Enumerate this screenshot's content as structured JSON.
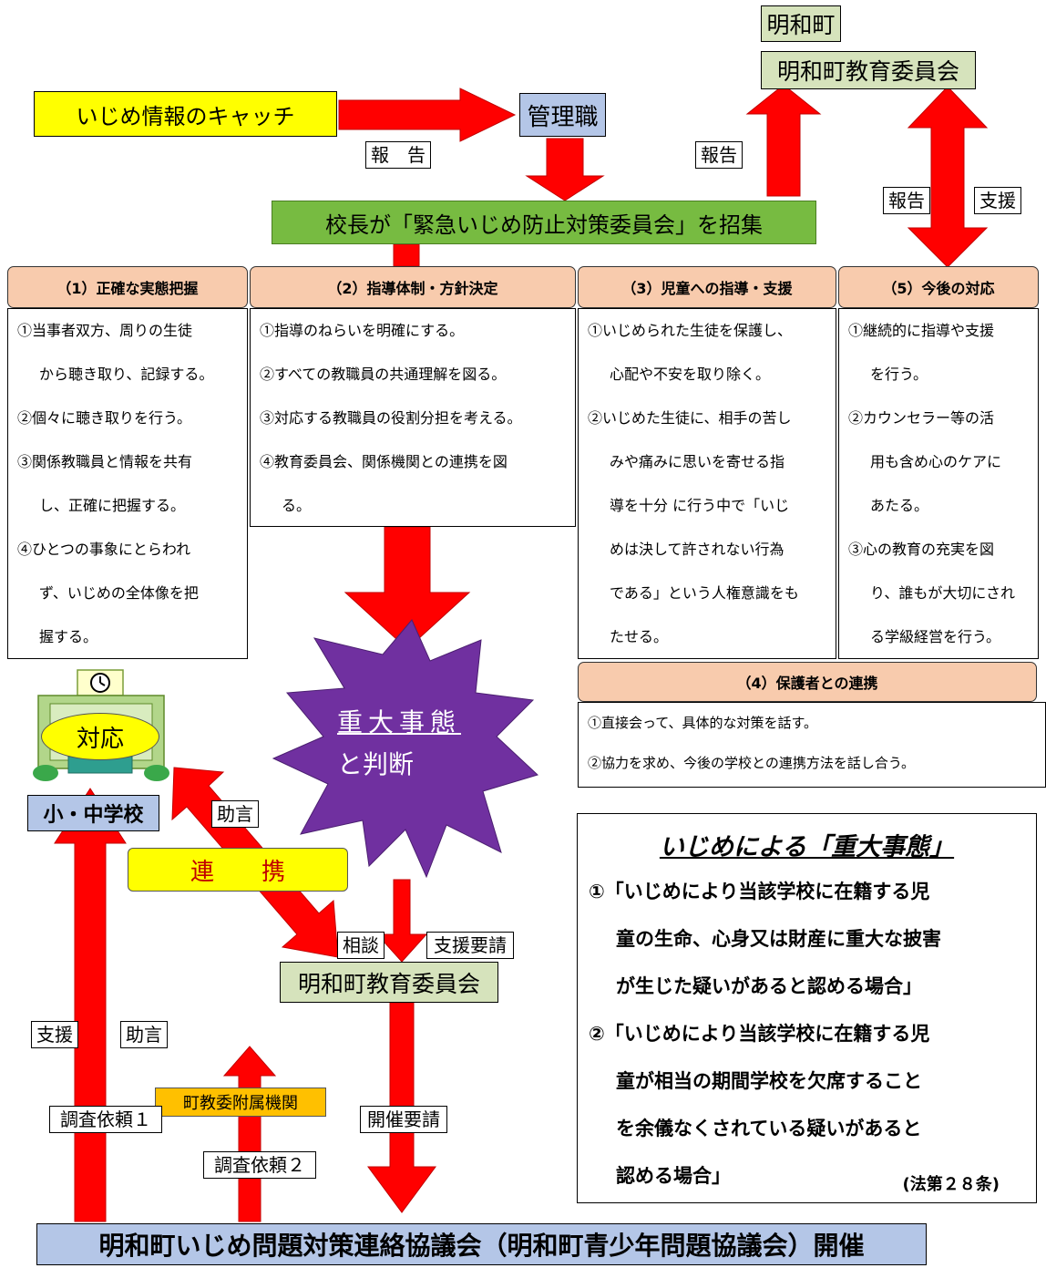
{
  "top": {
    "catch": "いじめ情報のキャッチ",
    "kanri": "管理職",
    "houkoku1": "報　告",
    "houkoku2": "報告",
    "meiwa_town": "明和町",
    "meiwa_board": "明和町教育委員会",
    "houkoku3": "報告",
    "shien1": "支援",
    "kocho": "校長が「緊急いじめ防止対策委員会」を招集"
  },
  "sections": [
    {
      "header": "（1）正確な実態把握",
      "lines": [
        "①当事者双方、周りの生徒",
        "から聴き取り、記録する。",
        "②個々に聴き取りを行う。",
        "③関係教職員と情報を共有",
        "し、正確に把握する。",
        "④ひとつの事象にとらわれ",
        "ず、いじめの全体像を把",
        "握する。"
      ]
    },
    {
      "header": "（2）指導体制・方針決定",
      "lines": [
        "①指導のねらいを明確にする。",
        "②すべての教職員の共通理解を図る。",
        "③対応する教職員の役割分担を考える。",
        "④教育委員会、関係機関との連携を図",
        "る。"
      ]
    },
    {
      "header": "（3）児童への指導・支援",
      "lines": [
        "①いじめられた生徒を保護し、",
        "心配や不安を取り除く。",
        "②いじめた生徒に、相手の苦し",
        "みや痛みに思いを寄せる指",
        "導を十分 に行う中で「いじ",
        "めは決して許されない行為",
        "である」という人権意識をも",
        "たせる。"
      ]
    },
    {
      "header": "（5）今後の対応",
      "lines": [
        "①継続的に指導や支援",
        "を行う。",
        "②カウンセラー等の活",
        "用も含め心のケアに",
        "あたる。",
        "③心の教育の充実を図",
        "り、誰もが大切にされ",
        "る学級経営を行う。"
      ]
    },
    {
      "header": "（4）保護者との連携",
      "lines": [
        "①直接会って、具体的な対策を話す。",
        "②協力を求め、今後の学校との連携方法を話し合う。"
      ]
    }
  ],
  "lower": {
    "taiou": "対応",
    "school": "小・中学校",
    "jodai1": "重大事態",
    "jodai2": "と判断",
    "jogen1": "助言",
    "renkei": "連　　携",
    "soudan": "相談",
    "shienyousei": "支援要請",
    "board2": "明和町教育委員会",
    "shien2": "支援",
    "jogen2": "助言",
    "fuzoku": "町教委附属機関",
    "chousa1": "調査依頼１",
    "chousa2": "調査依頼２",
    "kaisai": "開催要請",
    "bottom": "明和町いじめ問題対策連絡協議会（明和町青少年問題協議会）開催"
  },
  "definition": {
    "title": "いじめによる「重大事態」",
    "lines": [
      "①「いじめにより当該学校に在籍する児",
      "童の生命、心身又は財産に重大な披害",
      "が生じた疑いがあると認める場合」",
      "②「いじめにより当該学校に在籍する児",
      "童が相当の期間学校を欠席すること",
      "を余儀なくされている疑いがあると",
      "認める場合」"
    ],
    "law": "(法第２８条)"
  },
  "colors": {
    "arrow": "#ff0000",
    "green": "#77bb41",
    "light_green": "#d6e3bc",
    "blue": "#b4c6e7",
    "peach": "#f8cbad",
    "yellow": "#ffff00",
    "orange": "#ffc000",
    "burst": "#7030a0"
  }
}
